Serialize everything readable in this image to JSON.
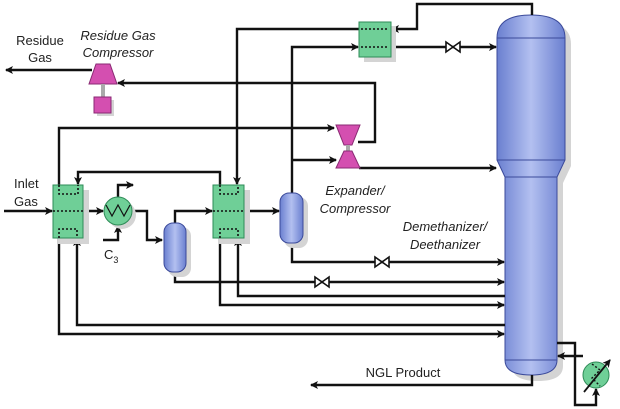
{
  "labels": {
    "residue_gas": [
      "Residue",
      "Gas"
    ],
    "residue_gas_compressor": [
      "Residue Gas",
      "Compressor"
    ],
    "inlet_gas": [
      "Inlet",
      "Gas"
    ],
    "c3": "C",
    "c3_sub": "3",
    "expander_compressor": [
      "Expander/",
      "Compressor"
    ],
    "column": [
      "Demethanizer/",
      "Deethanizer"
    ],
    "ngl_product": "NGL Product"
  },
  "colors": {
    "heat_exchanger": "#6fcf97",
    "vessel": "#8e9fe0",
    "compressor": "#d44fb0",
    "line": "#111111"
  }
}
